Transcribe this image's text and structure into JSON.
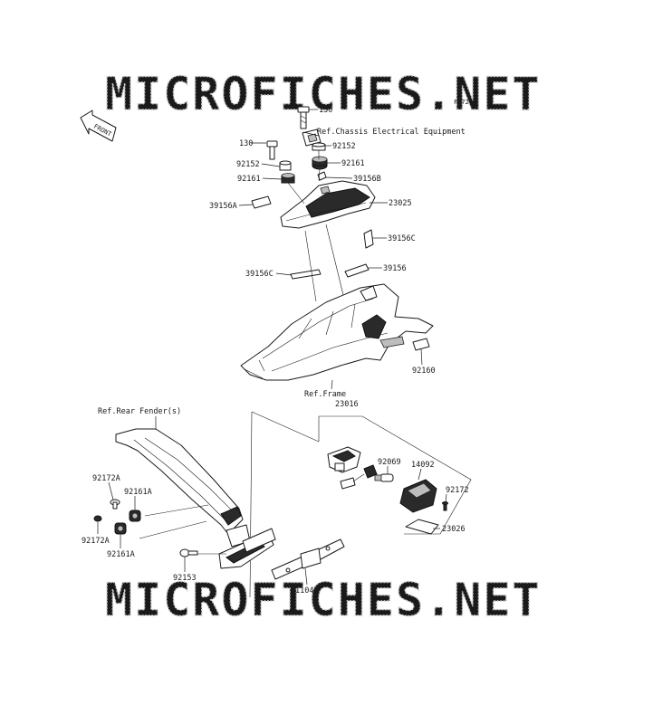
{
  "diagram_code": "F2720",
  "watermark": "MICROFICHES.NET",
  "front_label": "FRONT",
  "references": {
    "chassis": "Ref.Chassis Electrical Equipment",
    "frame": "Ref.Frame",
    "rear_fender": "Ref.Rear Fender(s)"
  },
  "parts": {
    "p130_a": "130",
    "p130_b": "130",
    "p92152_a": "92152",
    "p92152_b": "92152",
    "p92161_a": "92161",
    "p92161_b": "92161",
    "p39156B": "39156B",
    "p23025": "23025",
    "p39156A": "39156A",
    "p39156C_a": "39156C",
    "p39156C_b": "39156C",
    "p39156": "39156",
    "p92160": "92160",
    "p23016": "23016",
    "p92069": "92069",
    "p14092": "14092",
    "p92172": "92172",
    "p23026": "23026",
    "p92172A_a": "92172A",
    "p92172A_b": "92172A",
    "p92161A_a": "92161A",
    "p92161A_b": "92161A",
    "p92153": "92153",
    "p11045": "11045"
  }
}
